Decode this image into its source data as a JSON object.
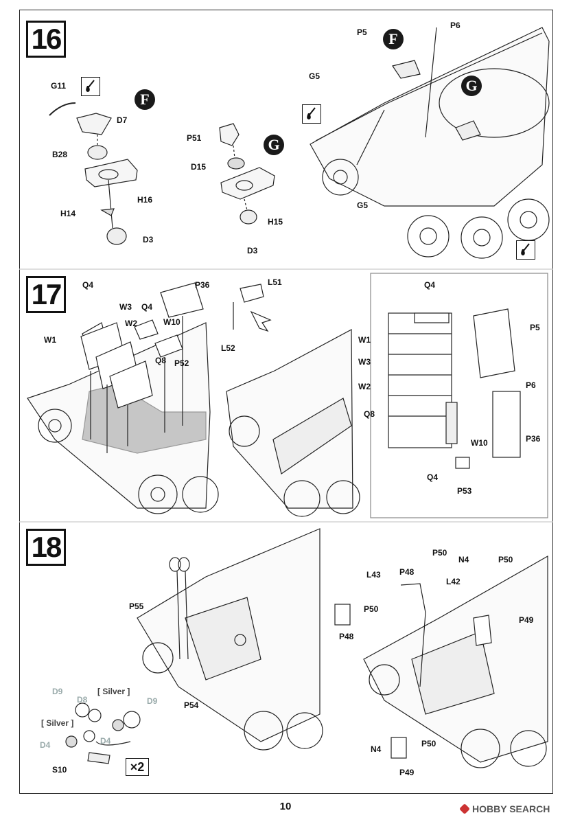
{
  "steps": [
    {
      "number": "16"
    },
    {
      "number": "17"
    },
    {
      "number": "18"
    }
  ],
  "step16": {
    "labels": {
      "g11": "G11",
      "d7": "D7",
      "b28": "B28",
      "h16": "H16",
      "h14": "H14",
      "d3a": "D3",
      "p51": "P51",
      "d15": "D15",
      "h15": "H15",
      "d3b": "D3",
      "p5": "P5",
      "p6": "P6",
      "g5a": "G5",
      "g5b": "G5"
    },
    "markers": {
      "f1": "F",
      "g1": "G",
      "f2": "F",
      "g2": "G"
    }
  },
  "step17": {
    "labels": {
      "q4a": "Q4",
      "w3": "W3",
      "q4b": "Q4",
      "p36": "P36",
      "w1": "W1",
      "w2": "W2",
      "w10": "W10",
      "q8": "Q8",
      "p52": "P52",
      "l51": "L51",
      "l52": "L52",
      "rq4a": "Q4",
      "rp5": "P5",
      "rw1": "W1",
      "rw3": "W3",
      "rw2": "W2",
      "rp6": "P6",
      "rq8": "Q8",
      "rw10": "W10",
      "rp36": "P36",
      "rq4b": "Q4",
      "rp53": "P53"
    }
  },
  "step18": {
    "labels": {
      "p55": "P55",
      "p54": "P54",
      "d9a": "D9",
      "d8": "D8",
      "silver1": "[ Silver ]",
      "d9b": "D9",
      "silver2": "[ Silver ]",
      "d4a": "D4",
      "d4b": "D4",
      "s10": "S10",
      "p50a": "P50",
      "l43": "L43",
      "p48a": "P48",
      "n4a": "N4",
      "p50b": "P50",
      "l42": "L42",
      "p50c": "P50",
      "p48b": "P48",
      "p49a": "P49",
      "n4b": "N4",
      "p50d": "P50",
      "p49b": "P49"
    },
    "multiplier": "×2"
  },
  "footer": {
    "page_number": "10",
    "watermark": "HOBBY SEARCH"
  }
}
